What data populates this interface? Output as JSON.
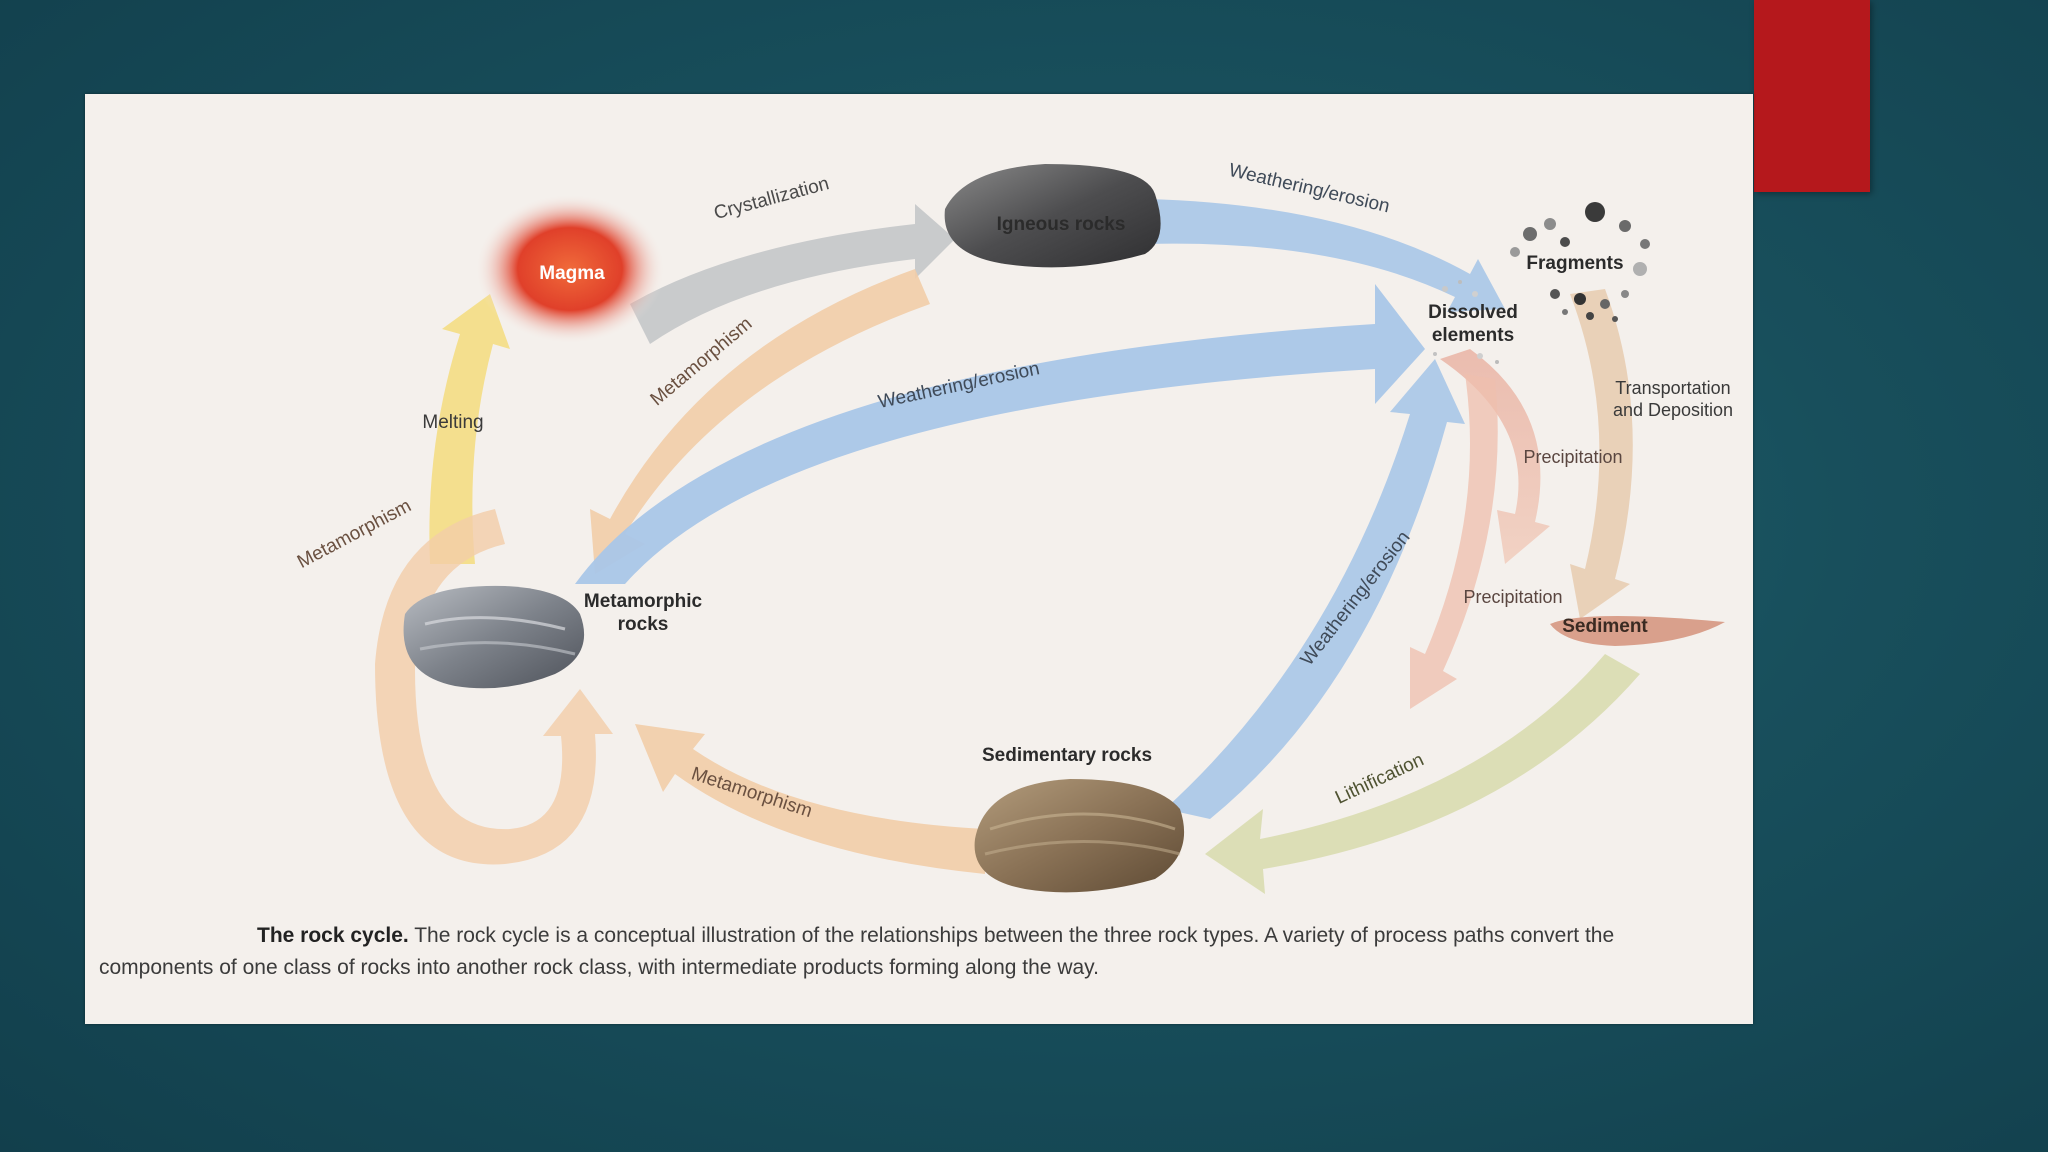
{
  "labels": {
    "magma": "Magma",
    "igneous": "Igneous rocks",
    "metamorphic_line1": "Metamorphic",
    "metamorphic_line2": "rocks",
    "sedimentary": "Sedimentary rocks",
    "fragments": "Fragments",
    "dissolved_line1": "Dissolved",
    "dissolved_line2": "elements",
    "sediment": "Sediment"
  },
  "processes": {
    "crystallization": "Crystallization",
    "weathering_top": "Weathering/erosion",
    "weathering_middle": "Weathering/erosion",
    "weathering_diagonal": "Weathering/erosion",
    "metamorphism_upper": "Metamorphism",
    "metamorphism_loop": "Metamorphism",
    "metamorphism_bottom": "Metamorphism",
    "melting": "Melting",
    "transport_line1": "Transportation",
    "transport_line2": "and Deposition",
    "precipitation_1": "Precipitation",
    "precipitation_2": "Precipitation",
    "lithification": "Lithification"
  },
  "caption": {
    "title": "The rock cycle.",
    "line1_rest": " The rock cycle is a conceptual illustration of the relationships between the three rock types. A variety of process paths convert the",
    "line2": "components of one class of rocks into another rock class, with intermediate products forming along the way."
  },
  "colors": {
    "accent_red": "#b5181c",
    "background_teal": "#184f5c",
    "arrow_blue": "#a9c6e8",
    "arrow_peach": "#f2cda9",
    "arrow_gray": "#c4c6c9",
    "arrow_yellow": "#f3dc7e",
    "arrow_pink": "#e8a899",
    "arrow_olive": "#d9dcb0",
    "magma_red": "#e0402a"
  }
}
